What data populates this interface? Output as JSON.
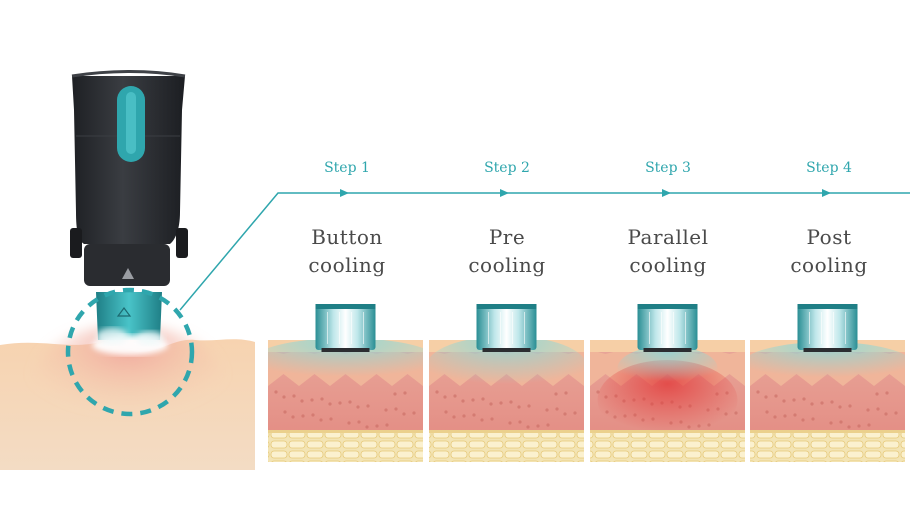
{
  "colors": {
    "accent": "#2fa6ad",
    "device_body": "#2a2c30",
    "skin_surface": "#f5c9a3",
    "fat_layer": "#f1dca0"
  },
  "icons": [
    "handpiece-device",
    "cooling-tip",
    "dashed-circle-highlight",
    "arrow-right-icon"
  ],
  "steps": [
    {
      "step": "Step 1",
      "title_line1": "Button",
      "title_line2": "cooling"
    },
    {
      "step": "Step 2",
      "title_line1": "Pre",
      "title_line2": "cooling"
    },
    {
      "step": "Step 3",
      "title_line1": "Parallel",
      "title_line2": "cooling"
    },
    {
      "step": "Step 4",
      "title_line1": "Post",
      "title_line2": "cooling"
    }
  ]
}
